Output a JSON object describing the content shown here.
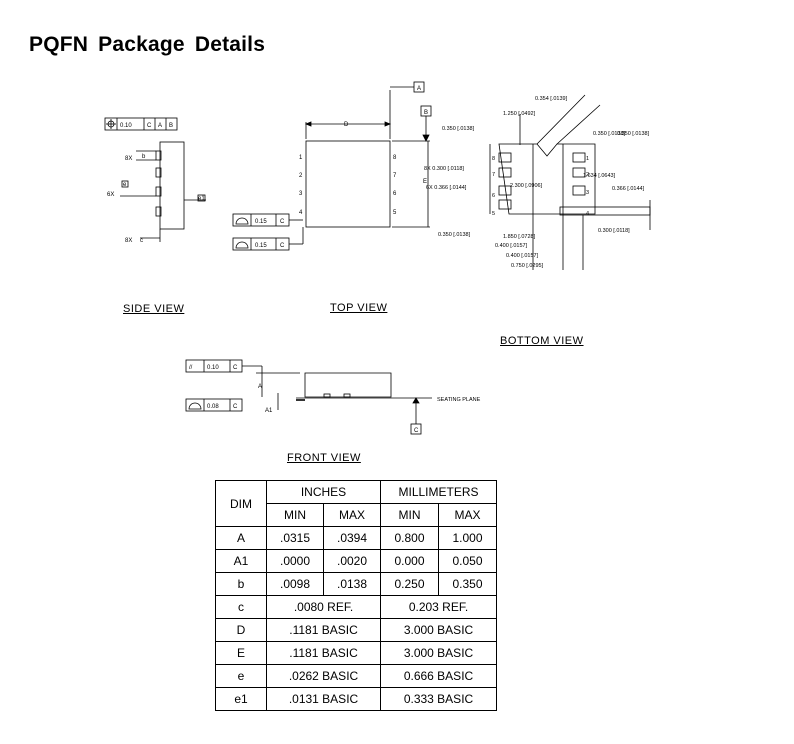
{
  "title": "PQFN  Package  Details",
  "views": {
    "side": "SIDE  VIEW",
    "top": "TOP  VIEW",
    "bottom": "BOTTOM  VIEW",
    "front": "FRONT  VIEW"
  },
  "side_view": {
    "frame": [
      "0.10",
      "C",
      "A",
      "B"
    ],
    "labels": [
      "8X",
      "b",
      "e",
      "6X",
      "e1",
      "8X",
      "c"
    ]
  },
  "top_view": {
    "datums": [
      "A",
      "B"
    ],
    "dims": [
      "D",
      "E"
    ],
    "pins_left": [
      "1",
      "2",
      "3",
      "4"
    ],
    "pins_right": [
      "8",
      "7",
      "6",
      "5"
    ],
    "frames": [
      [
        "0.15",
        "C"
      ],
      [
        "0.15",
        "C"
      ]
    ]
  },
  "bottom_view": {
    "pins_left": [
      "8",
      "7",
      "6",
      "5"
    ],
    "pins_right": [
      "1",
      "2",
      "3",
      "4"
    ],
    "dims": [
      "0.354 [.0139]",
      "1.250 [.0492]",
      "0.350 [.0138]",
      "0.350 [.0138]",
      "0.350 [.0138]",
      "8X 0.300 [.0118]",
      "6X 0.366 [.0144]",
      "2.300 [.0906]",
      "1.634 [.0643]",
      "0.366 [.0144]",
      "0.350 [.0138]",
      "1.850 [.0728]",
      "0.400 [.0157]",
      "0.400 [.0157]",
      "0.750 [.0295]",
      "0.300 [.0118]"
    ]
  },
  "front_view": {
    "frame_top": [
      "//",
      "0.10",
      "C"
    ],
    "frame_bottom": [
      "0.08",
      "C"
    ],
    "labels": [
      "A",
      "A1"
    ],
    "seating": "SEATING  PLANE",
    "datum": "C"
  },
  "table": {
    "header1": [
      "DIM",
      "INCHES",
      "MILLIMETERS"
    ],
    "header2": [
      "MIN",
      "MAX",
      "MIN",
      "MAX"
    ],
    "rows": [
      [
        "A",
        ".0315",
        ".0394",
        "0.800",
        "1.000"
      ],
      [
        "A1",
        ".0000",
        ".0020",
        "0.000",
        "0.050"
      ],
      [
        "b",
        ".0098",
        ".0138",
        "0.250",
        "0.350"
      ]
    ],
    "ref_rows": [
      [
        "c",
        ".0080  REF.",
        "0.203  REF."
      ],
      [
        "D",
        ".1181  BASIC",
        "3.000  BASIC"
      ],
      [
        "E",
        ".1181  BASIC",
        "3.000  BASIC"
      ],
      [
        "e",
        ".0262  BASIC",
        "0.666  BASIC"
      ],
      [
        "e1",
        ".0131  BASIC",
        "0.333  BASIC"
      ]
    ]
  }
}
